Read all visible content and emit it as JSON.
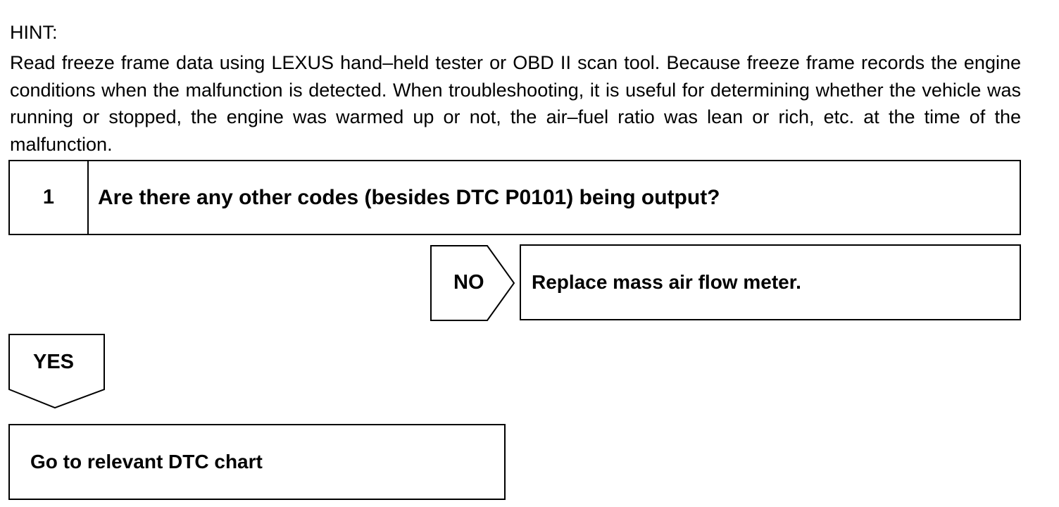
{
  "hint": {
    "title": "HINT:",
    "body": "Read freeze frame data using LEXUS hand–held tester or OBD II scan tool. Because freeze frame records the engine conditions when the malfunction is detected. When troubleshooting, it is useful for determining whether the vehicle was running or stopped, the engine was warmed up or not, the air–fuel ratio was lean or rich, etc. at the time of the malfunction."
  },
  "step": {
    "number": "1",
    "question": "Are there any other codes (besides DTC P0101) being output?"
  },
  "no_branch": {
    "label": "NO",
    "action": "Replace mass air flow meter."
  },
  "yes_branch": {
    "label": "YES",
    "action": "Go to relevant DTC chart"
  }
}
